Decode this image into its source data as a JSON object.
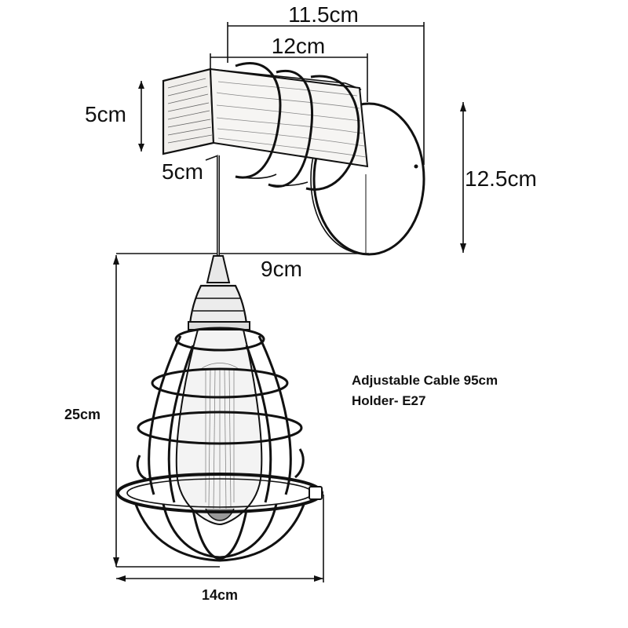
{
  "dimensions": {
    "top_width": "11.5cm",
    "beam_length": "12cm",
    "beam_height": "5cm",
    "beam_depth": "5cm",
    "backplate_height": "12.5cm",
    "arm_reach": "9cm",
    "shade_height": "25cm",
    "shade_width": "14cm"
  },
  "notes": {
    "cable": "Adjustable Cable 95cm",
    "holder": "Holder- E27"
  }
}
